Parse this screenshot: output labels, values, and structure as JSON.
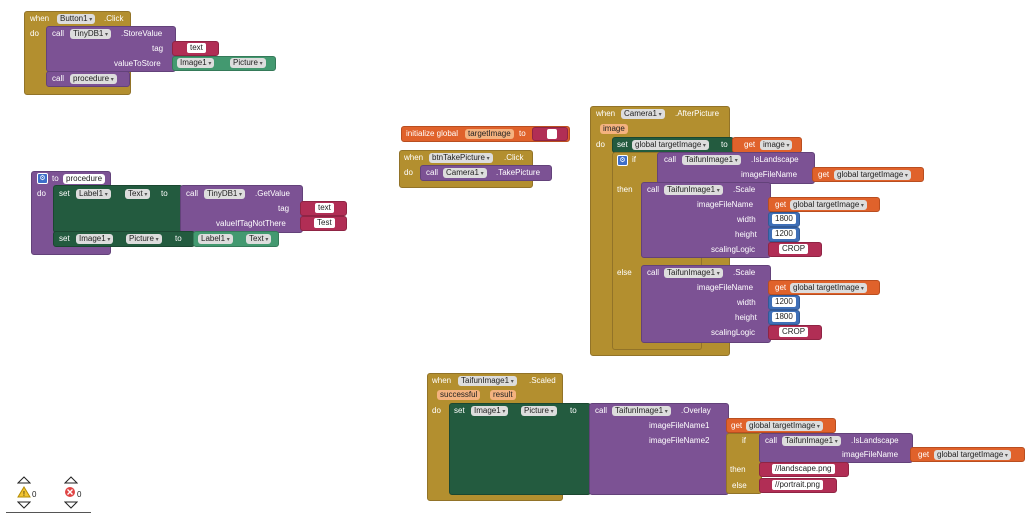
{
  "blocks": {
    "b1": {
      "when": "when",
      "comp": "Button1",
      "event": ".Click",
      "do": "do",
      "call": "call",
      "tinydb": "TinyDB1",
      "store": ".StoreValue",
      "tag": "tag",
      "tagval": "text",
      "vts": "valueToStore",
      "img": "Image1",
      "pic": "Picture",
      "proc": "procedure"
    },
    "b2": {
      "to": "to",
      "proc": "procedure",
      "do": "do",
      "set": "set",
      "label": "Label1",
      "text": "Text",
      "to2": "to",
      "call": "call",
      "tinydb": "TinyDB1",
      "get": ".GetValue",
      "tag": "tag",
      "tagval": "text",
      "vitnt": "valueIfTagNotThere",
      "test": "Test",
      "set2": "set",
      "img": "Image1",
      "pic": "Picture",
      "to3": "to",
      "label2": "Label1",
      "text2": "Text"
    },
    "b3": {
      "init": "initialize global",
      "name": "targetImage",
      "to": "to"
    },
    "b4": {
      "when": "when",
      "comp": "btnTakePicture",
      "event": ".Click",
      "do": "do",
      "call": "call",
      "cam": "Camera1",
      "take": ".TakePicture"
    },
    "b5": {
      "when": "when",
      "cam": "Camera1",
      "event": ".AfterPicture",
      "param": "image",
      "do": "do",
      "set": "set",
      "gt": "global targetImage",
      "to": "to",
      "get": "get",
      "image": "image",
      "if": "if",
      "call": "call",
      "taifun": "TaifunImage1",
      "land": ".IsLandscape",
      "ifn": "imageFileName",
      "get2": "get",
      "gt2": "global targetImage",
      "then": "then",
      "call2": "call",
      "taifun2": "TaifunImage1",
      "scale": ".Scale",
      "ifn2": "imageFileName",
      "get3": "get",
      "gt3": "global targetImage",
      "width": "width",
      "w1": "1800",
      "height": "height",
      "h1": "1200",
      "sl": "scalingLogic",
      "crop": "CROP",
      "else": "else",
      "call3": "call",
      "taifun3": "TaifunImage1",
      "scale2": ".Scale",
      "ifn3": "imageFileName",
      "get4": "get",
      "gt4": "global targetImage",
      "width2": "width",
      "w2": "1200",
      "height2": "height",
      "h2": "1800",
      "sl2": "scalingLogic",
      "crop2": "CROP"
    },
    "b6": {
      "when": "when",
      "comp": "TaifunImage1",
      "event": ".Scaled",
      "p1": "successful",
      "p2": "result",
      "do": "do",
      "set": "set",
      "img": "Image1",
      "pic": "Picture",
      "to": "to",
      "call": "call",
      "taifun": "TaifunImage1",
      "overlay": ".Overlay",
      "ifn1": "imageFileName1",
      "get": "get",
      "gt": "global targetImage",
      "ifn2": "imageFileName2",
      "if": "if",
      "call2": "call",
      "taifun2": "TaifunImage1",
      "land": ".IsLandscape",
      "ifn": "imageFileName",
      "get2": "get",
      "gt2": "global targetImage",
      "then": "then",
      "land_png": "//landscape.png",
      "else": "else",
      "port_png": "//portrait.png"
    }
  },
  "status": {
    "warnings": "0",
    "errors": "0"
  },
  "colors": {
    "event": "#b38f2f",
    "procedure": "#7c5294",
    "setter": "#235b3f",
    "global": "#e0622b",
    "text": "#b12e55",
    "number": "#3f6fb7",
    "component": "#439970"
  }
}
